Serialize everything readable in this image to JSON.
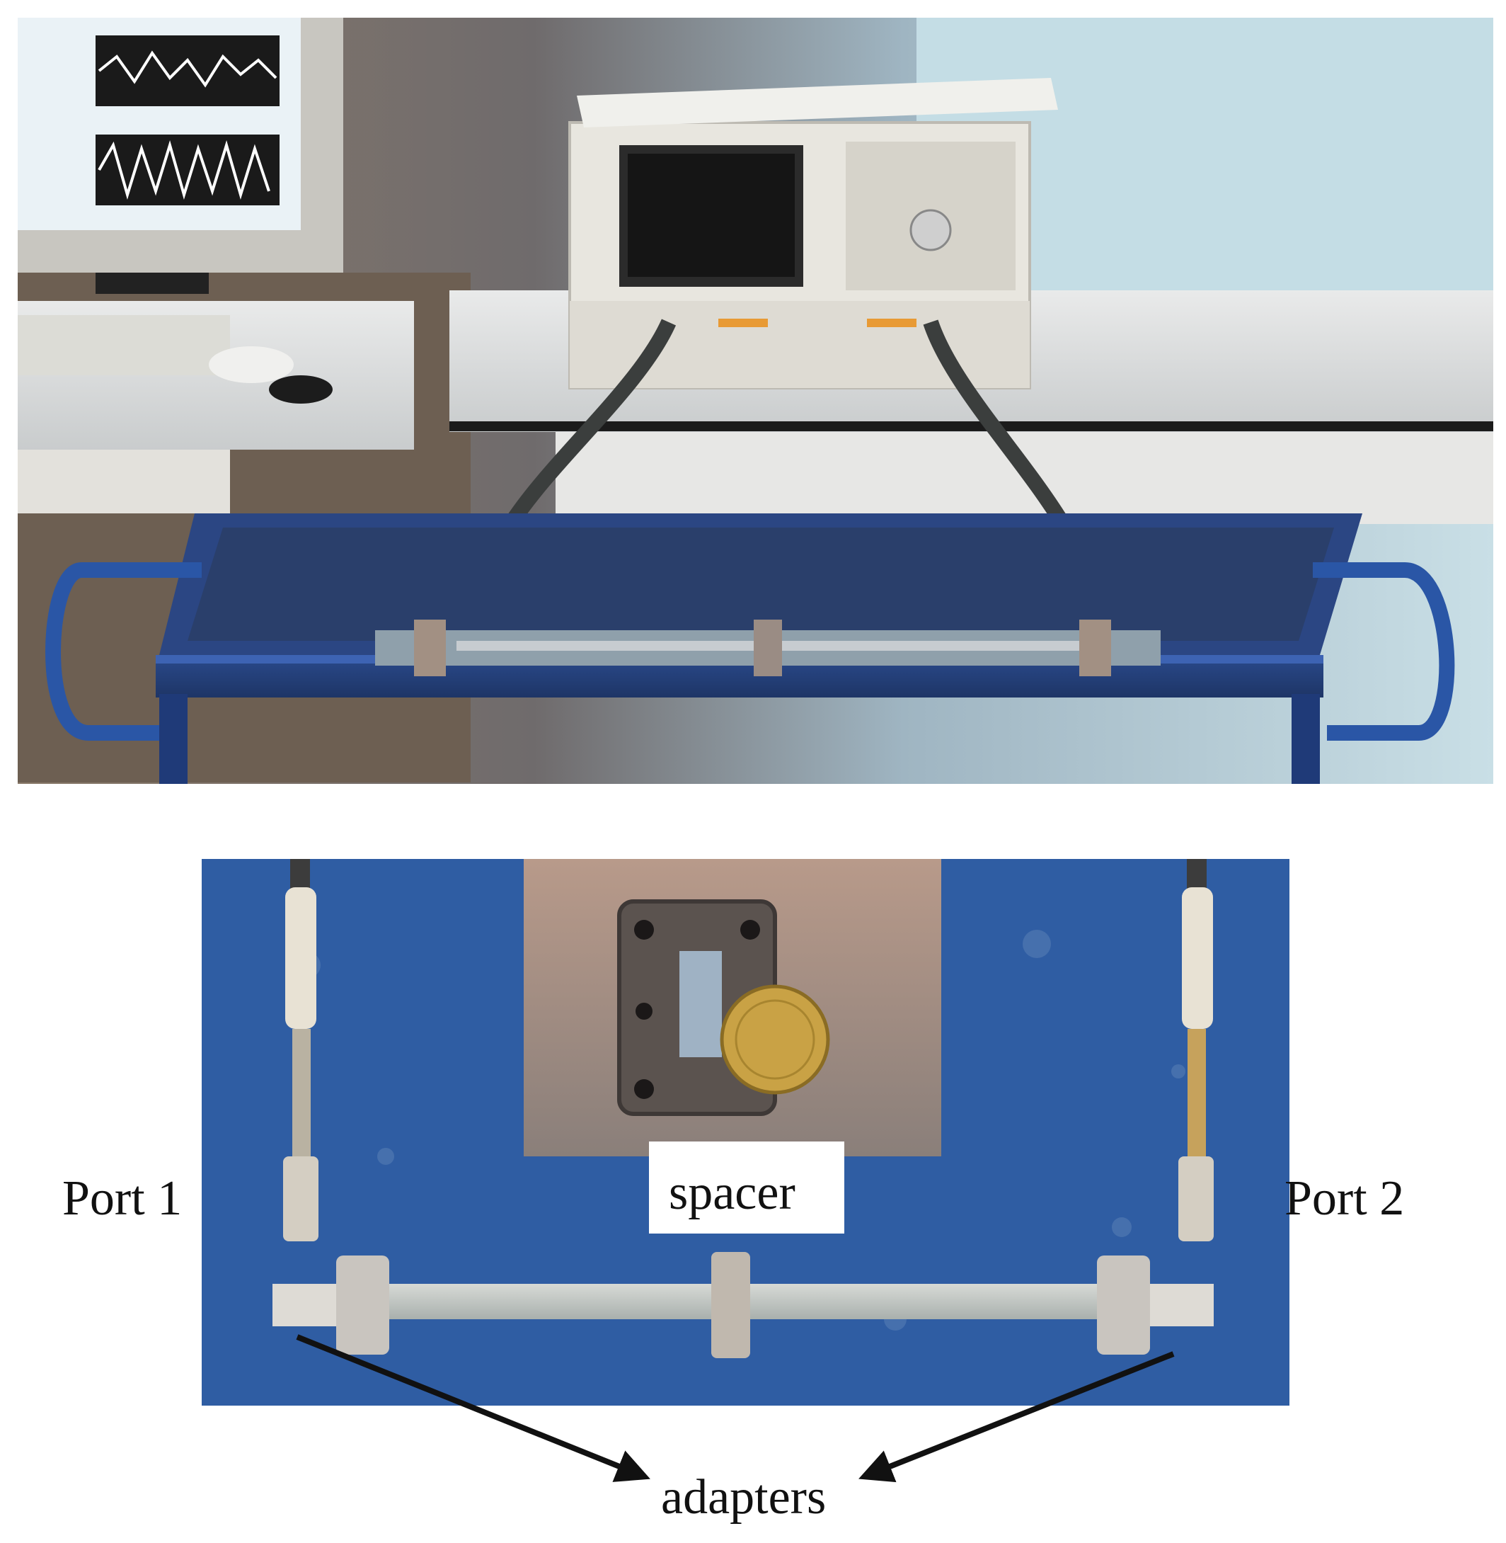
{
  "figure": {
    "top_photo": {
      "alt": "Measurement setup: vector network analyzer with cables connected to a waveguide line on a blue cart"
    },
    "bottom_photo": {
      "alt": "Waveguide line with coaxial adapters at both ends and an inset of a spacer next to a coin"
    },
    "labels": {
      "port1": "Port 1",
      "port2": "Port 2",
      "spacer": "spacer",
      "adapters": "adapters"
    }
  }
}
